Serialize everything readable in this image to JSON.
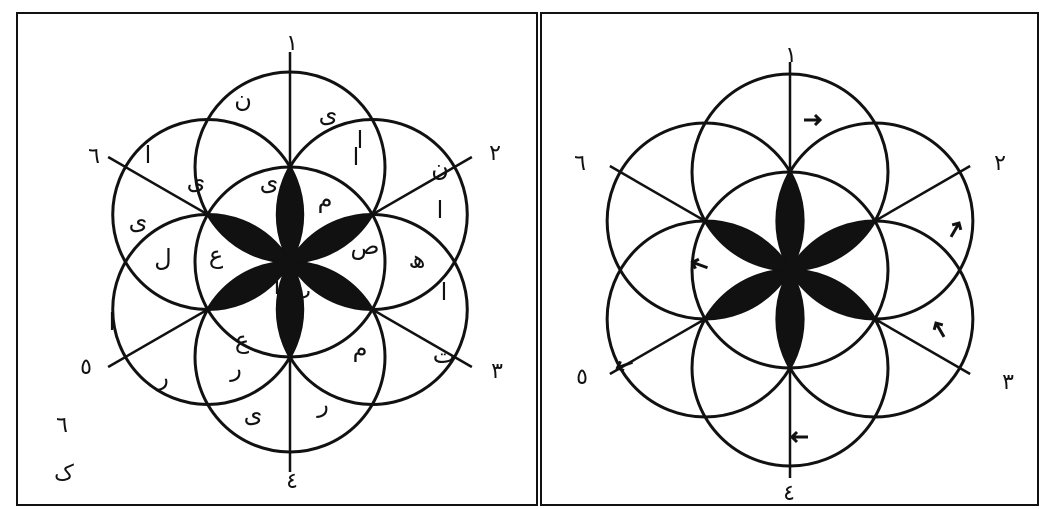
{
  "colors": {
    "ink": "#111111",
    "paper": "#ffffff"
  },
  "left_panel": {
    "direction_labels": {
      "top": "١",
      "upper_right": "٢",
      "lower_right": "٣",
      "bottom": "٤",
      "lower_left": "٥",
      "upper_left": "٦"
    },
    "letters": [
      "ی",
      "ن",
      "ن",
      "ا",
      "ا",
      "ھ",
      "ا",
      "ت",
      "م",
      "ر",
      "ی",
      "ر",
      "ع",
      "ا",
      "ر",
      "ا",
      "ل",
      "ی",
      "ی",
      "ی",
      "م",
      "ص",
      "م",
      "ع",
      "ب",
      "ا",
      "ا"
    ],
    "corner_glyphs": [
      "٦",
      "ک"
    ]
  },
  "right_panel": {
    "direction_labels": {
      "top": "١",
      "upper_right": "٢",
      "lower_right": "٣",
      "bottom": "٤",
      "lower_left": "٥",
      "upper_left": "٦"
    }
  }
}
